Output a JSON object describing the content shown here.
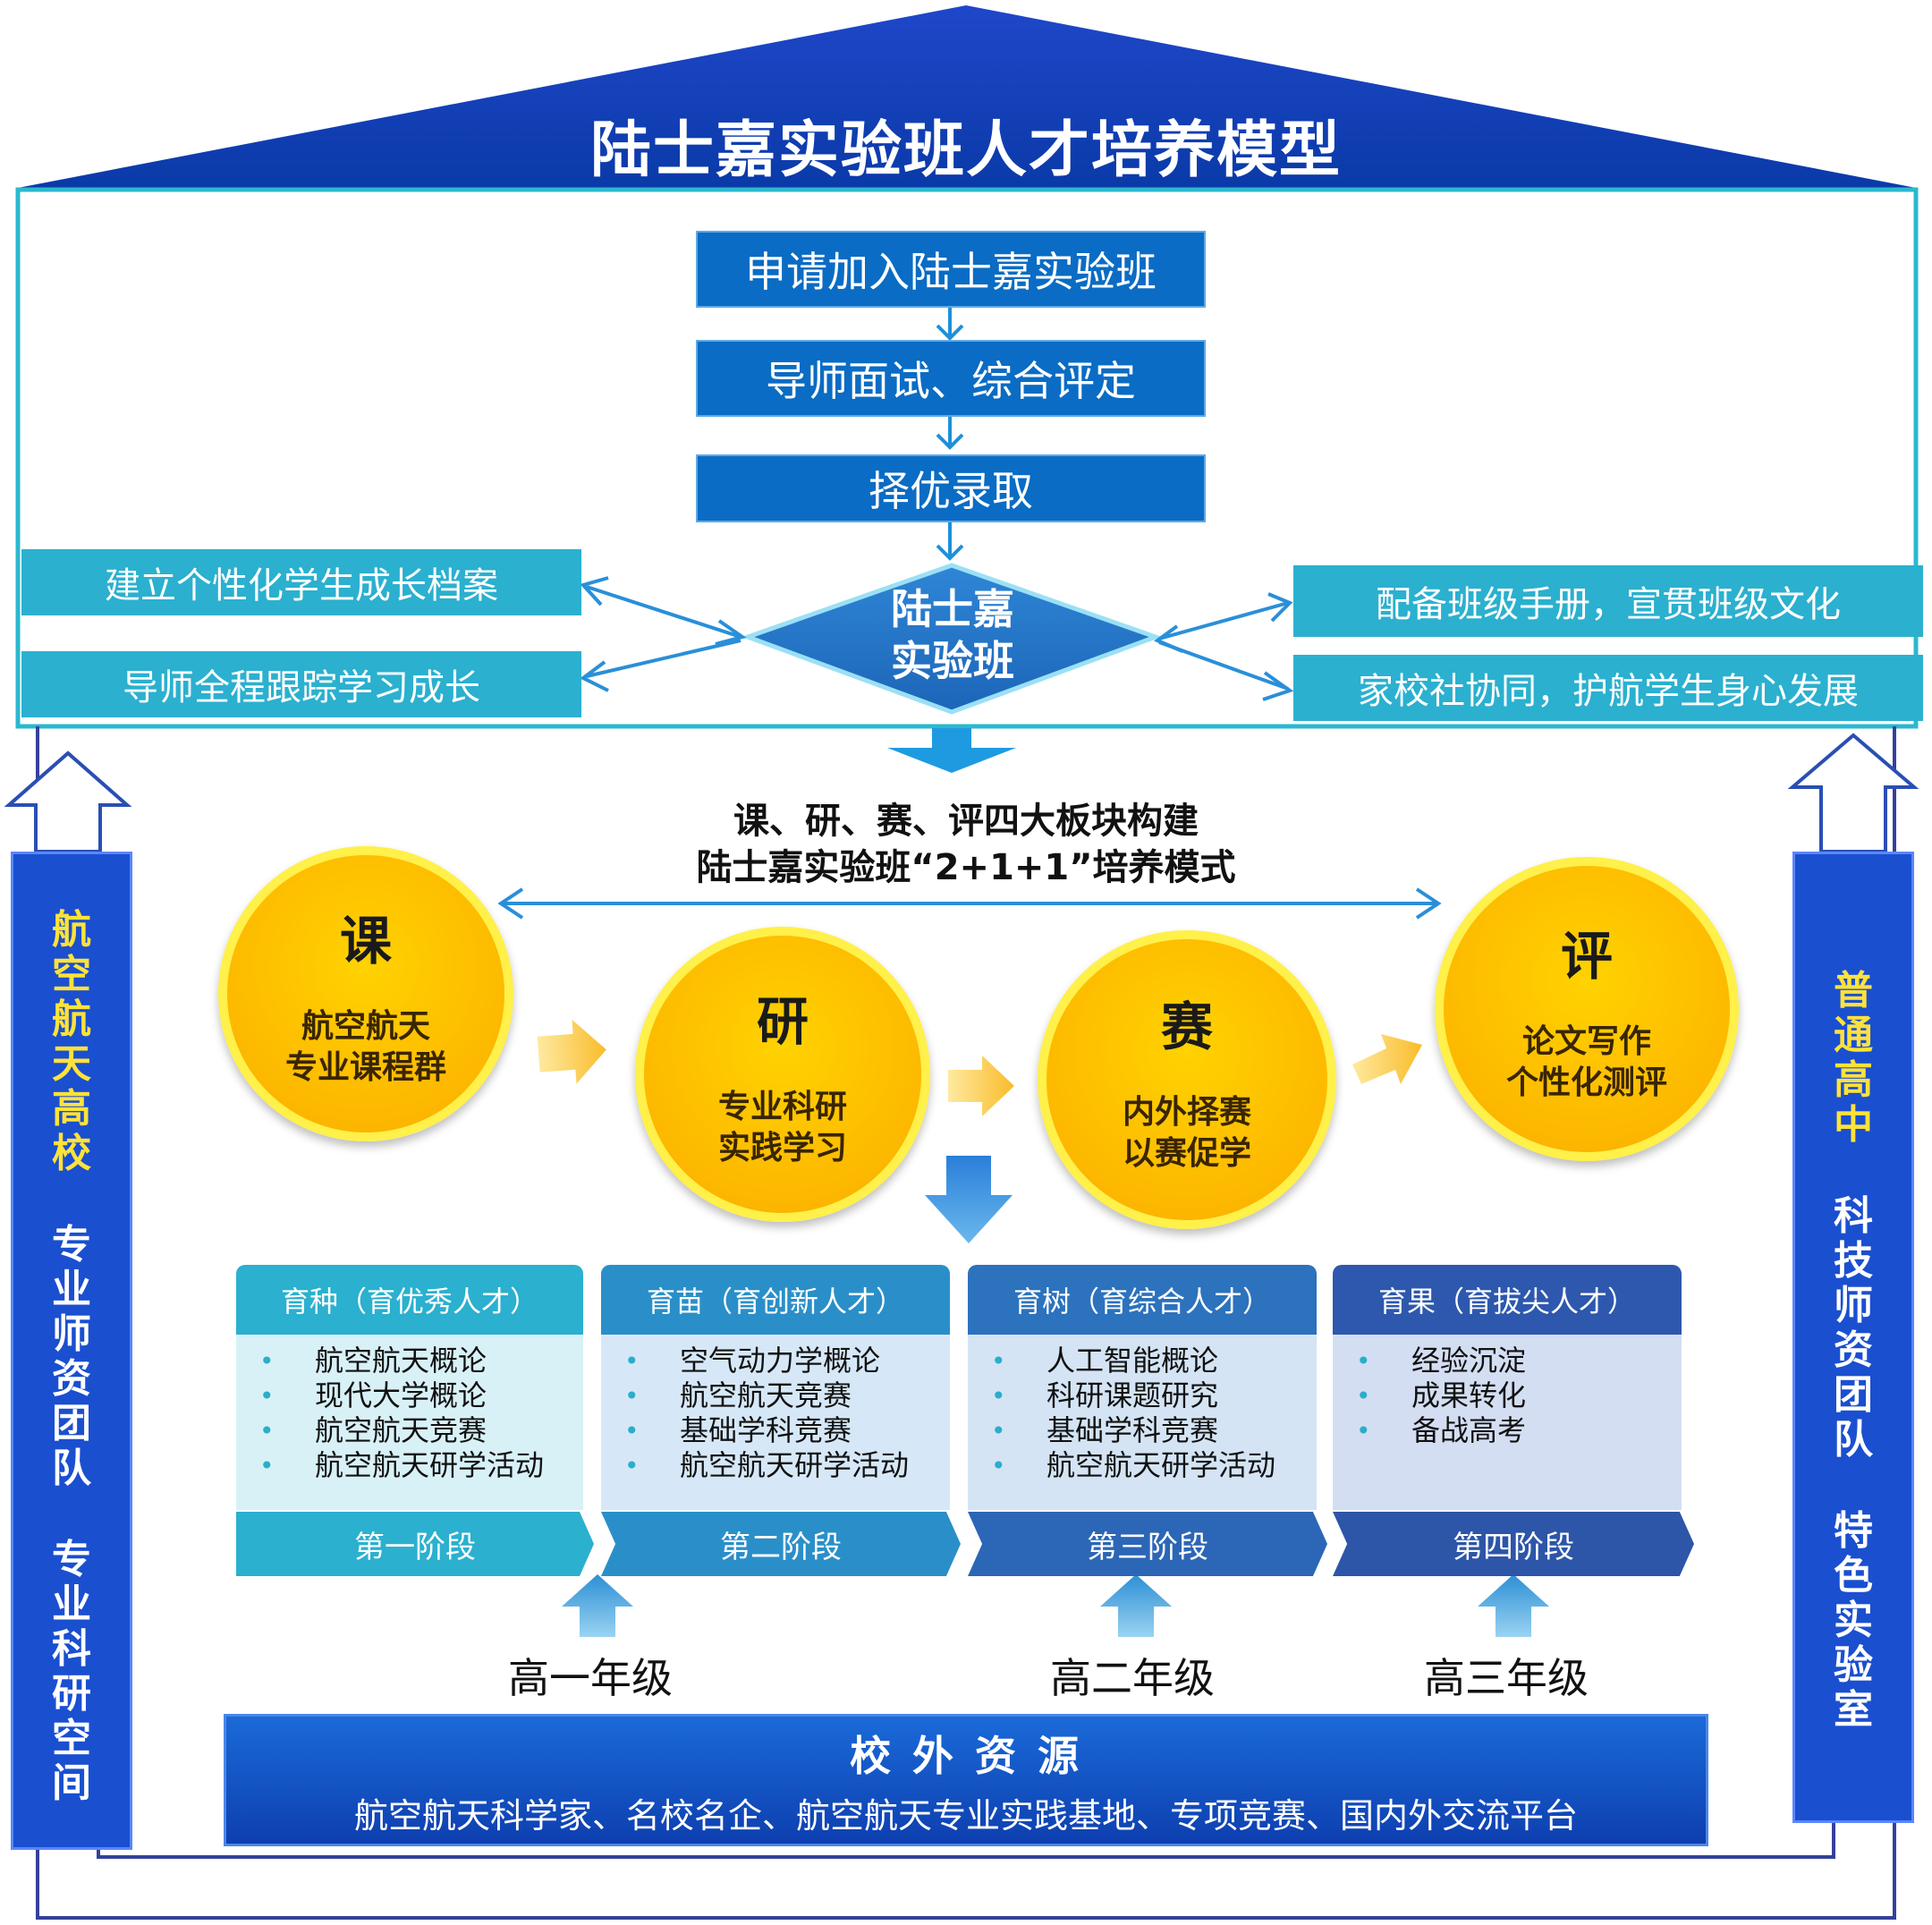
{
  "title": "陆士嘉实验班人才培养模型",
  "flow": [
    "申请加入陆士嘉实验班",
    "导师面试、综合评定",
    "择优录取"
  ],
  "center": {
    "line1": "陆士嘉",
    "line2": "实验班"
  },
  "left_boxes": [
    "建立个性化学生成长档案",
    "导师全程跟踪学习成长"
  ],
  "right_boxes": [
    "配备班级手册，宣贯班级文化",
    "家校社协同，护航学生身心发展"
  ],
  "mode": {
    "line1": "课、研、赛、评四大板块构建",
    "line2": "陆士嘉实验班“2+1+1”培养模式"
  },
  "circles": [
    {
      "big": "课",
      "sub1": "航空航天",
      "sub2": "专业课程群"
    },
    {
      "big": "研",
      "sub1": "专业科研",
      "sub2": "实践学习"
    },
    {
      "big": "赛",
      "sub1": "内外择赛",
      "sub2": "以赛促学"
    },
    {
      "big": "评",
      "sub1": "论文写作",
      "sub2": "个性化测评"
    }
  ],
  "stages": [
    {
      "head": "育种（育优秀人才）",
      "items": [
        "航空航天概论",
        "现代大学概论",
        "航空航天竞赛",
        "航空航天研学活动"
      ],
      "foot": "第一阶段"
    },
    {
      "head": "育苗（育创新人才）",
      "items": [
        "空气动力学概论",
        "航空航天竞赛",
        "基础学科竞赛",
        "航空航天研学活动"
      ],
      "foot": "第二阶段"
    },
    {
      "head": "育树（育综合人才）",
      "items": [
        "人工智能概论",
        "科研课题研究",
        "基础学科竞赛",
        "航空航天研学活动"
      ],
      "foot": "第三阶段"
    },
    {
      "head": "育果（育拔尖人才）",
      "items": [
        "经验沉淀",
        "成果转化",
        "备战高考"
      ],
      "foot": "第四阶段"
    }
  ],
  "grades": [
    "高一年级",
    "高二年级",
    "高三年级"
  ],
  "left_column": {
    "g1": "航空航天高校",
    "g2": "专业师资团队",
    "g3": "专业科研空间"
  },
  "right_column": {
    "g1": "普通高中",
    "g2": "科技师资团队",
    "g3": "特色实验室"
  },
  "external": {
    "title": "校 外 资 源",
    "text": "航空航天科学家、名校名企、航空航天专业实践基地、专项竞赛、国内外交流平台"
  },
  "colors": {
    "accent_blue": "#0a6cc4",
    "teal": "#2bb0cf",
    "roof": "#1a4fd0",
    "gold": "#fdb800"
  }
}
